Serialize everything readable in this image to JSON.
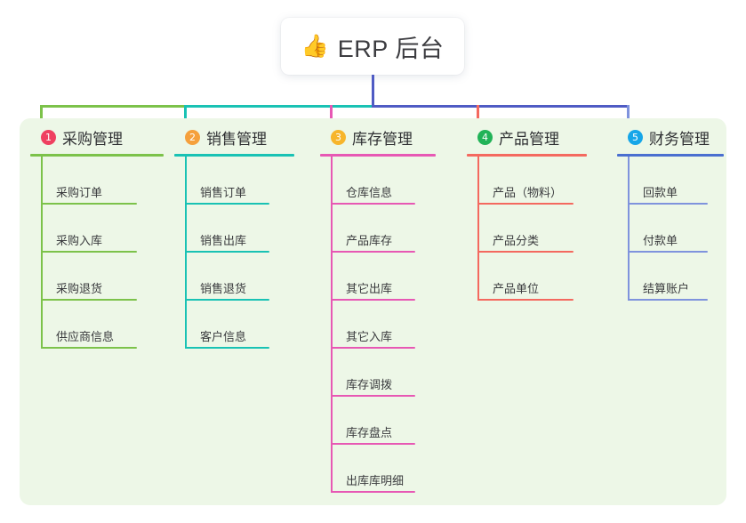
{
  "root": {
    "icon": "thumbs-up-icon",
    "icon_glyph": "👍",
    "title": "ERP 后台"
  },
  "palette": {
    "panel_bg": "#edf7e7",
    "page_bg": "#ffffff",
    "text": "#3a3b3e",
    "root_connector": "#4f5bc4"
  },
  "columns": [
    {
      "number": "1",
      "title": "采购管理",
      "badge_color": "#ef4060",
      "rule_color": "#7cc24a",
      "line_color": "#7cc24a",
      "items": [
        "采购订单",
        "采购入库",
        "采购退货",
        "供应商信息"
      ]
    },
    {
      "number": "2",
      "title": "销售管理",
      "badge_color": "#f5a03c",
      "rule_color": "#19c2b4",
      "line_color": "#19c2b4",
      "items": [
        "销售订单",
        "销售出库",
        "销售退货",
        "客户信息"
      ]
    },
    {
      "number": "3",
      "title": "库存管理",
      "badge_color": "#f7b52b",
      "rule_color": "#e758b4",
      "line_color": "#e758b4",
      "items": [
        "仓库信息",
        "产品库存",
        "其它出库",
        "其它入库",
        "库存调拨",
        "库存盘点",
        "出库库明细"
      ]
    },
    {
      "number": "4",
      "title": "产品管理",
      "badge_color": "#22b358",
      "rule_color": "#f4695f",
      "line_color": "#f4695f",
      "items": [
        "产品（物料）",
        "产品分类",
        "产品单位"
      ]
    },
    {
      "number": "5",
      "title": "财务管理",
      "badge_color": "#16a6e8",
      "rule_color": "#4a6fd0",
      "line_color": "#7f93dd",
      "items": [
        "回款单",
        "付款单",
        "结算账户"
      ]
    }
  ]
}
